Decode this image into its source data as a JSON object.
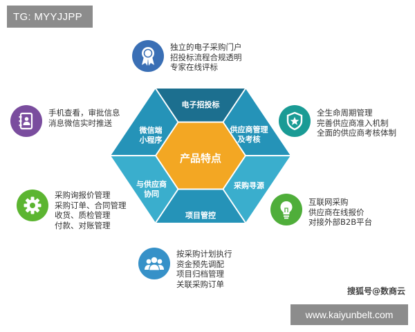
{
  "tag_badge": "TG: MYYJJPP",
  "center_label": "产品特点",
  "colors": {
    "hex_dark": "#1c6f8f",
    "hex_mid": "#2593b8",
    "hex_light": "#3aaecd",
    "center": "#f3a723",
    "icon_blue": "#3a6fb5",
    "icon_purple": "#7a4d9e",
    "icon_teal": "#1a9b95",
    "icon_green": "#5cb531",
    "icon_lime": "#4fae3a",
    "icon_lightblue": "#3691c8"
  },
  "segments": [
    {
      "lines": [
        "电子招投标"
      ]
    },
    {
      "lines": [
        "供应商管理",
        "及考核"
      ]
    },
    {
      "lines": [
        "采购寻源"
      ]
    },
    {
      "lines": [
        "项目管控"
      ]
    },
    {
      "lines": [
        "与供应商",
        "协同"
      ]
    },
    {
      "lines": [
        "微信端",
        "小程序"
      ]
    }
  ],
  "features": [
    {
      "icon": "award-ribbon-icon",
      "lines": [
        "独立的电子采购门户",
        "招投标流程合规透明",
        "专家在线评标"
      ]
    },
    {
      "icon": "shield-star-icon",
      "lines": [
        "全生命周期管理",
        "完善供应商准入机制",
        "全面的供应商考核体制"
      ]
    },
    {
      "icon": "lightbulb-icon",
      "lines": [
        "互联网采购",
        "供应商在线报价",
        "对接外部B2B平台"
      ]
    },
    {
      "icon": "team-people-icon",
      "lines": [
        "按采购计划执行",
        "资金预先调配",
        "项目归档管理",
        "关联采购订单"
      ]
    },
    {
      "icon": "gear-icon",
      "lines": [
        "采购询报价管理",
        "采购订单、合同管理",
        "收货、质检管理",
        "付款、对账管理"
      ]
    },
    {
      "icon": "contact-book-icon",
      "lines": [
        "手机查看，审批信息",
        "消息微信实时推送"
      ]
    }
  ],
  "watermark_source": "搜狐号@数商云",
  "watermark_url": "www.kaiyunbelt.com"
}
